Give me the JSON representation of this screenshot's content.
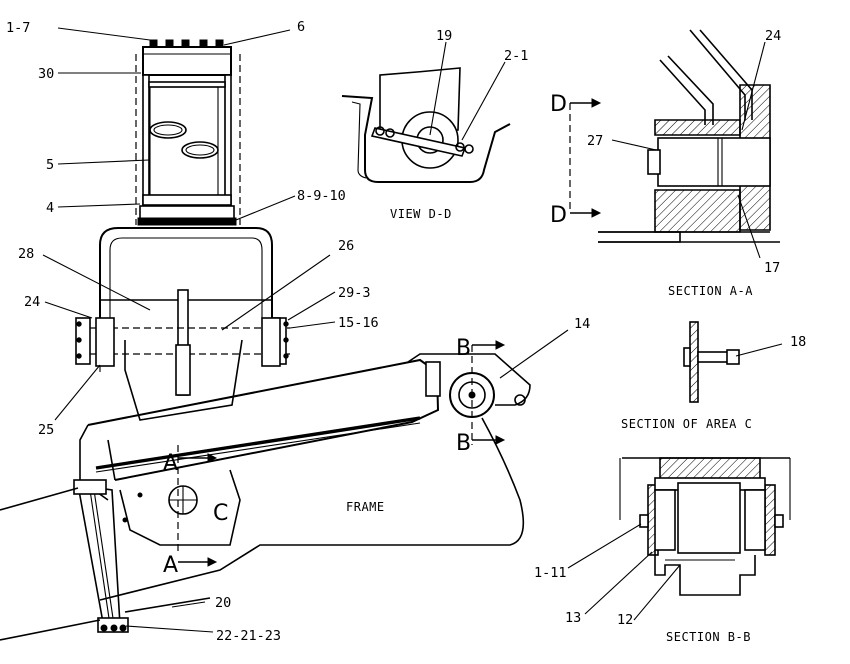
{
  "callouts": {
    "c_1_7": "1-7",
    "c_6": "6",
    "c_30": "30",
    "c_5": "5",
    "c_4": "4",
    "c_8_9_10": "8-9-10",
    "c_28": "28",
    "c_26": "26",
    "c_24_main": "24",
    "c_29_3": "29-3",
    "c_15_16": "15-16",
    "c_25": "25",
    "c_14": "14",
    "c_20": "20",
    "c_22_21_23": "22-21-23",
    "c_19": "19",
    "c_2_1": "2-1",
    "c_24_sec": "24",
    "c_27": "27",
    "c_17": "17",
    "c_18": "18",
    "c_1_11": "1-11",
    "c_13": "13",
    "c_12": "12"
  },
  "captions": {
    "view_d": "VIEW D-D",
    "section_a": "SECTION A-A",
    "section_c": "SECTION OF AREA C",
    "section_b": "SECTION B-B",
    "frame": "FRAME"
  },
  "markers": {
    "A_top": "A",
    "A_bottom": "A",
    "B_top": "B",
    "B_bottom": "B",
    "C": "C",
    "D_top": "D",
    "D_bottom": "D"
  }
}
